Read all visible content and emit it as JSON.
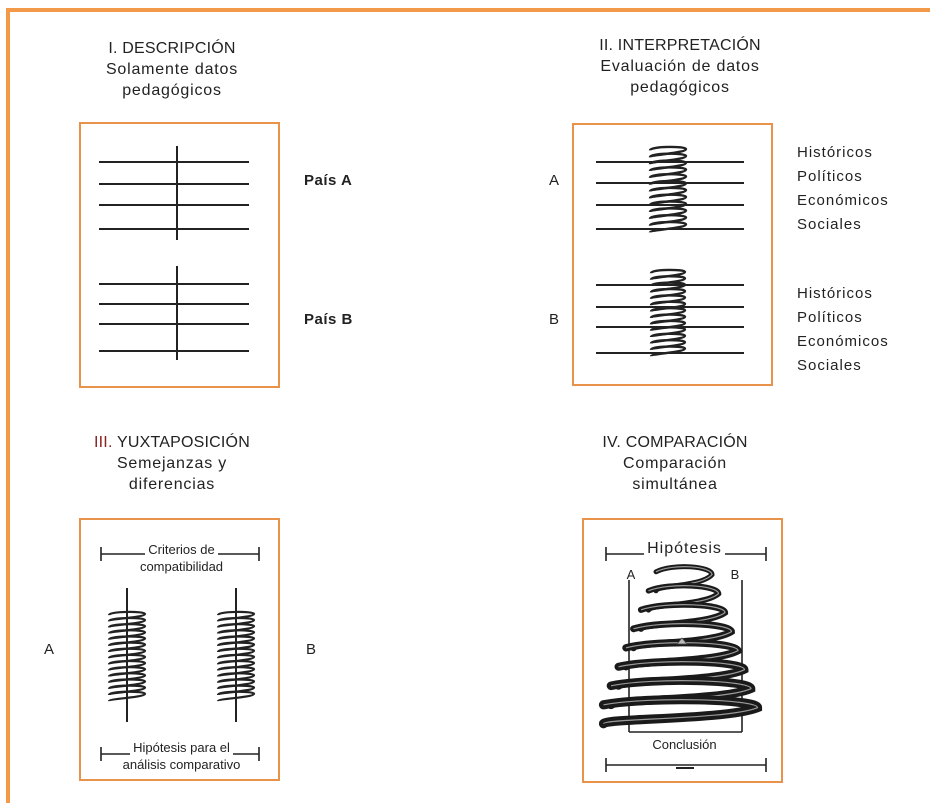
{
  "panels": {
    "descripcion": {
      "title": "I. DESCRIPCIÓN",
      "subtitle_line1": "Solamente datos",
      "subtitle_line2": "pedagógicos",
      "label_a": "País A",
      "label_b": "País B"
    },
    "interpretacion": {
      "title": "II. INTERPRETACIÓN",
      "subtitle_line1": "Evaluación de datos",
      "subtitle_line2": "pedagógicos",
      "label_a": "A",
      "label_b": "B",
      "factors_a": [
        "Históricos",
        "Políticos",
        "Económicos",
        "Sociales"
      ],
      "factors_b": [
        "Históricos",
        "Políticos",
        "Económicos",
        "Sociales"
      ]
    },
    "yuxtaposicion": {
      "title": "III. YUXTAPOSICIÓN",
      "subtitle_line1": "Semejanzas y",
      "subtitle_line2": "diferencias",
      "label_a": "A",
      "label_b": "B",
      "criteria_line1": "Criterios  de",
      "criteria_line2": "compatibilidad",
      "hypothesis_line1": "Hipótesis para el",
      "hypothesis_line2": "análisis comparativo"
    },
    "comparacion": {
      "title": "IV. COMPARACIÓN",
      "subtitle_line1": "Comparación",
      "subtitle_line2": "simultánea",
      "hypothesis": "Hipótesis",
      "label_a": "A",
      "label_b": "B",
      "conclusion": "Conclusión"
    }
  },
  "colors": {
    "frame": "#f39a4a",
    "box_border": "#e8924a",
    "title_accent": "#8b2020",
    "ink": "#222222"
  }
}
